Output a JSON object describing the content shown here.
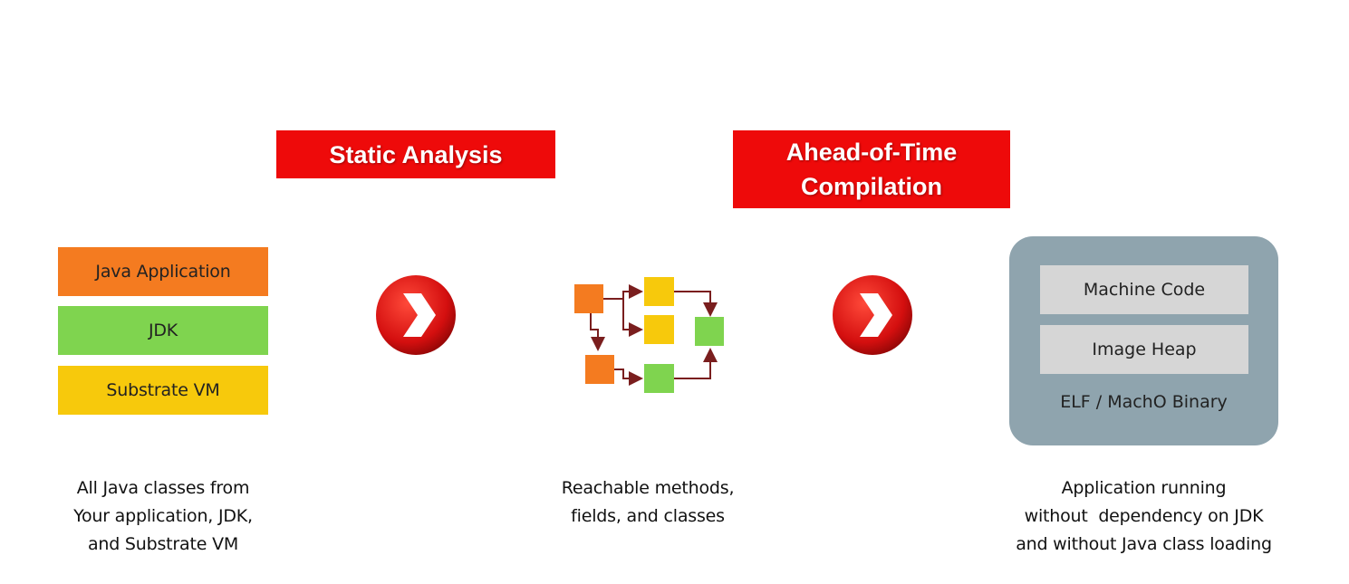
{
  "banners": {
    "static_analysis": "Static Analysis",
    "aot_line1": "Ahead-of-Time",
    "aot_line2": "Compilation"
  },
  "input_stack": {
    "layers": [
      "Java Application",
      "JDK",
      "Substrate VM"
    ],
    "colors": [
      "#f47b20",
      "#7fd44f",
      "#f7c90c"
    ],
    "caption": [
      "All Java classes from",
      "Your application,  JDK,",
      "and Substrate VM"
    ]
  },
  "analysis": {
    "caption": [
      "Reachable methods,",
      "fields, and classes"
    ],
    "node_colors": {
      "orange": "#f47b20",
      "yellow": "#f7c90c",
      "green": "#7fd44f",
      "edge": "#7a1e1e"
    }
  },
  "binary": {
    "blocks": [
      "Machine Code",
      "Image Heap"
    ],
    "label": "ELF / MachO Binary",
    "caption": [
      "Application running",
      "without  dependency on JDK",
      "and without Java class loading"
    ]
  },
  "icons": [
    "chevron-right-circle-icon",
    "chevron-right-circle-icon"
  ]
}
